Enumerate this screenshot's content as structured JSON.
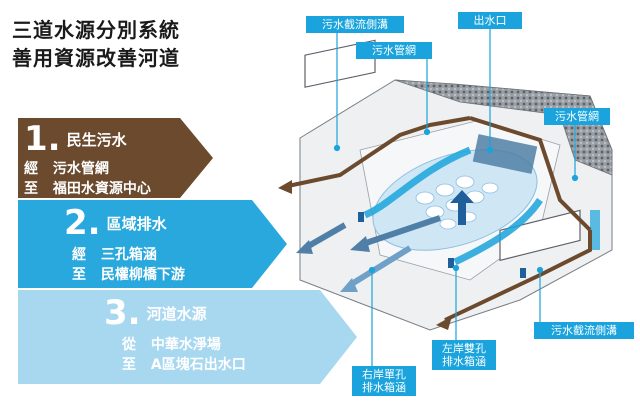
{
  "title": {
    "line1": "三道水源分別系統",
    "line2": "善用資源改善河道"
  },
  "bands": [
    {
      "number": "1.",
      "heading": "民生污水",
      "line1_lead": "經",
      "line1_text": "污水管網",
      "line2_lead": "至",
      "line2_text": "福田水資源中心",
      "color": "#6b4a2e"
    },
    {
      "number": "2.",
      "heading": "區域排水",
      "line1_lead": "經",
      "line1_text": "三孔箱涵",
      "line2_lead": "至",
      "line2_text": "民權柳橋下游",
      "color": "#29a8de"
    },
    {
      "number": "3.",
      "heading": "河道水源",
      "line1_lead": "從",
      "line1_text": "中華水淨場",
      "line2_lead": "至",
      "line2_text": "A區塊石出水口",
      "color": "#a8d7f0"
    }
  ],
  "callouts": {
    "interceptor_top": "污水截流側溝",
    "sewer_top": "污水管網",
    "outlet": "出水口",
    "sewer_right": "污水管網",
    "interceptor_right": "污水截流側溝",
    "box_right_line1": "右岸單孔",
    "box_right_line2": "排水箱涵",
    "box_left_line1": "左岸雙孔",
    "box_left_line2": "排水箱涵"
  },
  "colors": {
    "sewage_brown": "#6b4a2e",
    "drain_blue": "#1aa3dc",
    "river_blue": "#4f7fa6",
    "light_blue": "#a8d7f0",
    "concrete": "#e6e9ec",
    "gravel": "#8a8f95"
  },
  "icons": {
    "flow_arrows": "arrow-icon"
  }
}
